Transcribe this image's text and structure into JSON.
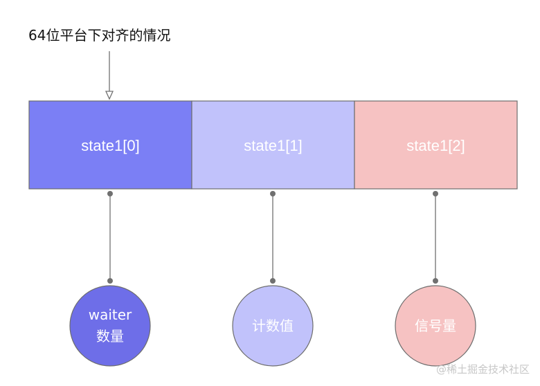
{
  "title": "64位平台下对齐的情况",
  "cells": [
    {
      "label": "state1[0]",
      "color": "#7b7ff5"
    },
    {
      "label": "state1[1]",
      "color": "#c1c2fb"
    },
    {
      "label": "state1[2]",
      "color": "#f6c2c2"
    }
  ],
  "nodes": [
    {
      "line1": "waiter",
      "line2": "数量",
      "color": "#6e6ee8"
    },
    {
      "line1": "计数值",
      "color": "#c1c2fb"
    },
    {
      "line1": "信号量",
      "color": "#f6c2c2"
    }
  ],
  "watermark": "@稀土掘金技术社区",
  "colors": {
    "border": "#6d6d6d",
    "connector": "#707070"
  }
}
